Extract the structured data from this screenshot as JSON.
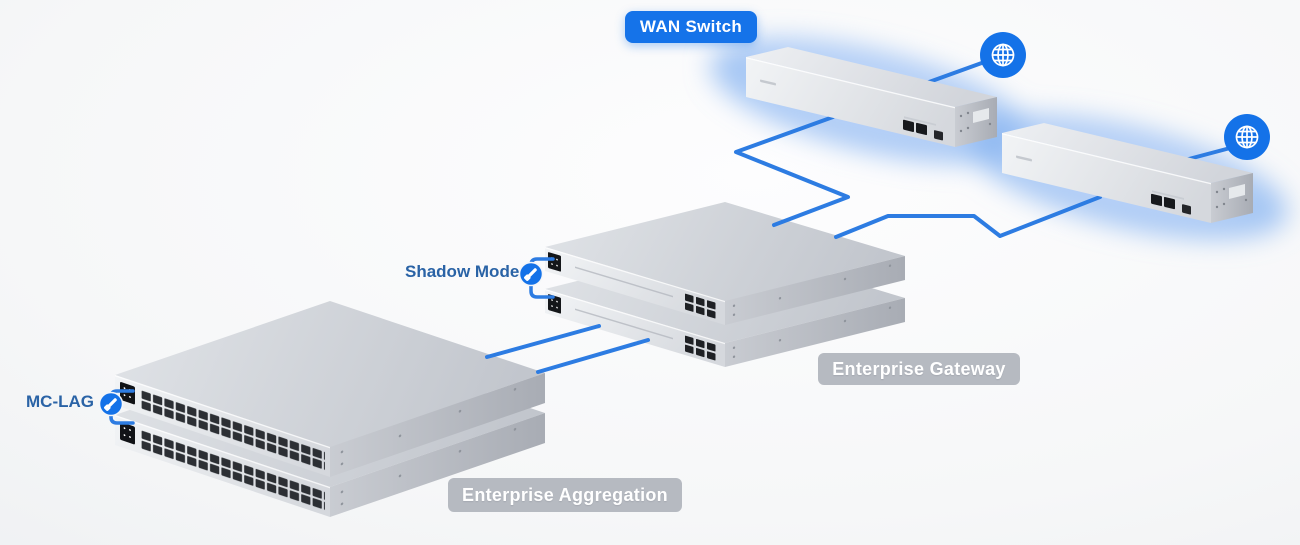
{
  "diagram": {
    "labels": {
      "wan_switch_badge": "WAN Switch",
      "shadow_mode": "Shadow Mode",
      "mc_lag": "MC-LAG",
      "enterprise_gateway_badge": "Enterprise Gateway",
      "enterprise_aggregation_badge": "Enterprise Aggregation"
    },
    "devices": {
      "wan_switches": {
        "units": 2,
        "label": "WAN Switch"
      },
      "gateway_stack": {
        "units": 2,
        "label": "Enterprise Gateway",
        "pair_feature": "Shadow Mode"
      },
      "aggregation_stack": {
        "units": 2,
        "label": "Enterprise Aggregation",
        "pair_feature": "MC-LAG"
      }
    },
    "icons": {
      "internet": "globe-icon",
      "pairing": "link-icon"
    },
    "colors": {
      "badge_blue": "#1573e9",
      "icon_blue": "#1472e8",
      "link_line_blue": "#2d7ce2",
      "feature_label_blue": "#2a63a6",
      "badge_gray": "#b0b4bc",
      "badge_text": "#ffffff"
    }
  }
}
